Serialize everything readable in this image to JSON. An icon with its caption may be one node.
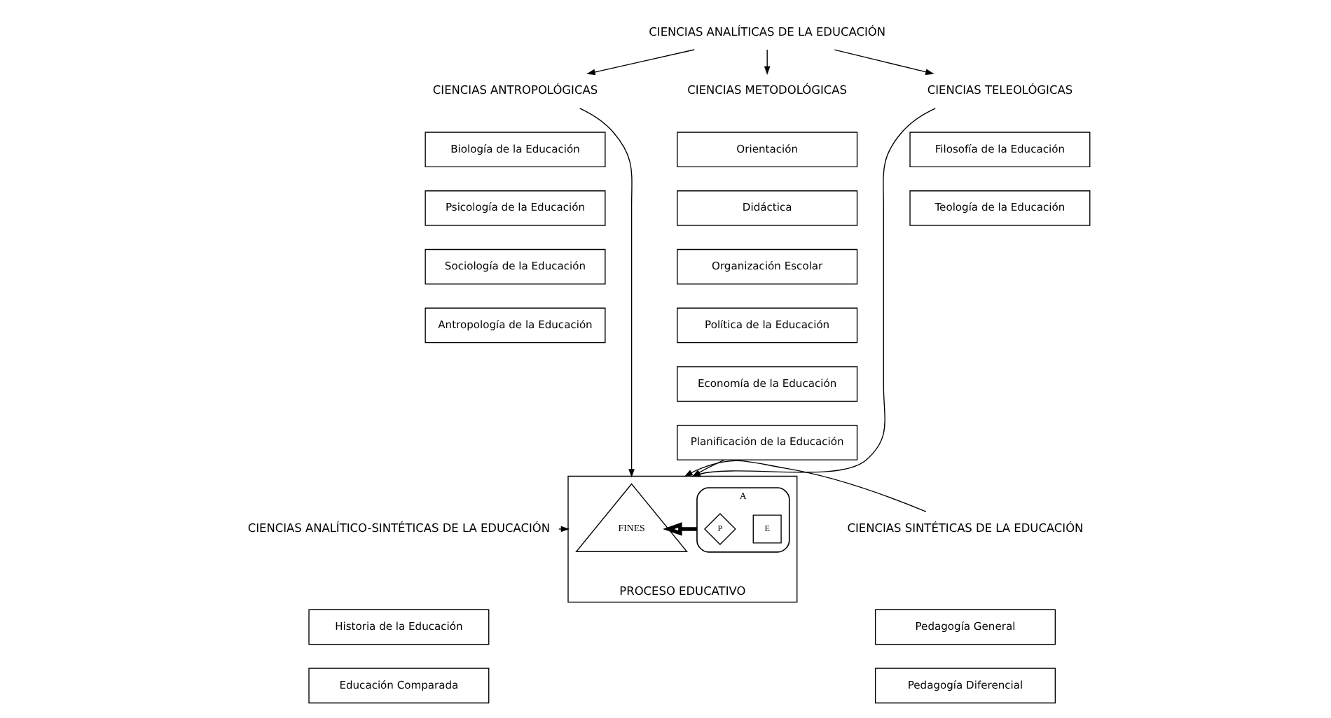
{
  "diagram": {
    "nodes": [
      {
        "text": [
          "CIENCIAS ANALÍTICAS DE LA EDUCACIÓN"
        ]
      },
      {
        "text": [
          "CIENCIAS ANTROPOLÓGICAS"
        ]
      },
      {
        "text": [
          "CIENCIAS METODOLÓGICAS"
        ]
      },
      {
        "text": [
          "CIENCIAS TELEOLÓGICAS"
        ]
      },
      {
        "text": [
          "Biología de la Educación"
        ]
      },
      {
        "text": [
          "Psicología de la Educación"
        ]
      },
      {
        "text": [
          "Sociología de la Educación"
        ]
      },
      {
        "text": [
          "Antropología de la Educación"
        ]
      },
      {
        "text": [
          "Orientación"
        ]
      },
      {
        "text": [
          "Didáctica"
        ]
      },
      {
        "text": [
          "Organización Escolar"
        ]
      },
      {
        "text": [
          "Política de la Educación"
        ]
      },
      {
        "text": [
          "Economía de la Educación"
        ]
      },
      {
        "text": [
          "Planificación de la Educación"
        ]
      },
      {
        "text": [
          "Filosofía de la Educación"
        ]
      },
      {
        "text": [
          "Teología de la Educación"
        ]
      },
      {
        "text": [
          "CIENCIAS ANALÍTICO-SINTÉTICAS DE LA EDUCACIÓN"
        ]
      },
      {
        "text": [
          "Historia de la Educación"
        ]
      },
      {
        "text": [
          "Educación Comparada"
        ]
      },
      {
        "text": [
          "CIENCIAS SINTÉTICAS DE LA EDUCACIÓN"
        ]
      },
      {
        "text": [
          "Pedagogía General"
        ]
      },
      {
        "text": [
          "Pedagogía Diferencial"
        ]
      },
      {
        "text": [
          "PROCESO EDUCATIVO"
        ]
      },
      {
        "text": [
          "A"
        ],
        "in": 22
      },
      {
        "text": [
          "P"
        ],
        "in": 23
      },
      {
        "text": [
          "E"
        ],
        "in": 23
      },
      {
        "text": [
          "FINES"
        ],
        "in": 22
      }
    ],
    "edges": [
      {
        "from": 0,
        "to": 1,
        "arrow": "to"
      },
      {
        "from": 0,
        "to": 2,
        "arrow": "to"
      },
      {
        "from": 0,
        "to": 3,
        "arrow": "to"
      },
      {
        "from": 1,
        "to": 22,
        "arrow": "to"
      },
      {
        "from": 13,
        "to": 22,
        "arrow": "to"
      },
      {
        "from": 3,
        "to": 22,
        "arrow": "to"
      },
      {
        "from": 16,
        "to": 22,
        "arrow": "to"
      },
      {
        "from": 19,
        "to": 22,
        "arrow": "to"
      },
      {
        "from": 23,
        "to": 26,
        "arrow": "to",
        "style": "thick"
      }
    ]
  }
}
